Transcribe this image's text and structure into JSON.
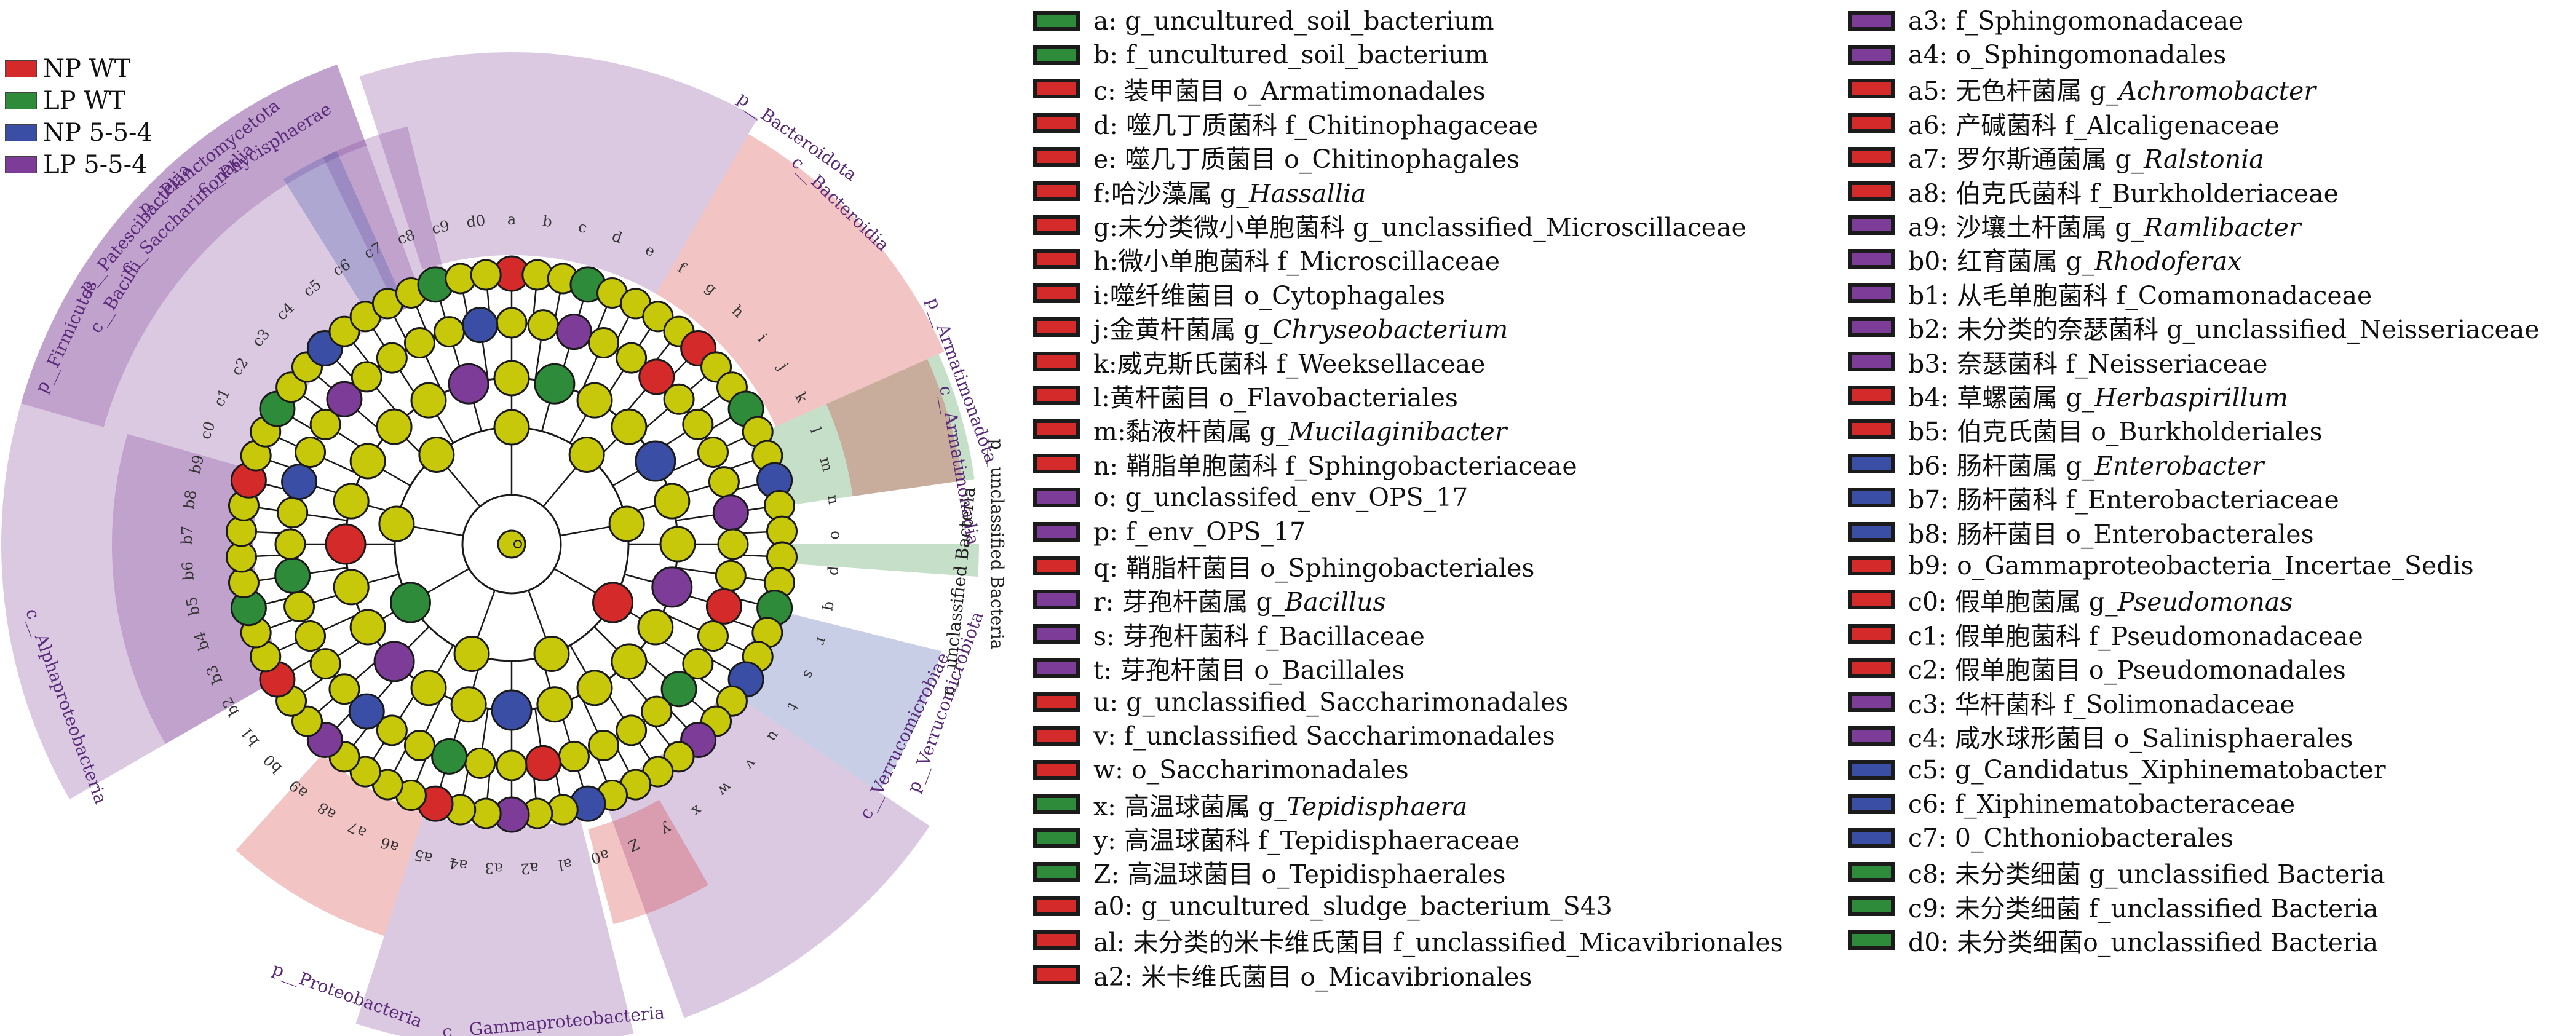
{
  "colors": {
    "NP WT": "#d42a2a",
    "LP WT": "#2e8b3a",
    "NP 5-5-4": "#3a4ea6",
    "LP 5-5-4": "#7d3c98",
    "node_neutral": "#c8c80a"
  },
  "groups": [
    {
      "label": "NP WT",
      "color": "#d42a2a"
    },
    {
      "label": "LP WT",
      "color": "#2e8b3a"
    },
    {
      "label": "NP 5-5-4",
      "color": "#3a4ea6"
    },
    {
      "label": "LP 5-5-4",
      "color": "#7d3c98"
    }
  ],
  "sector_labels": [
    {
      "text": "p__Firmicutes",
      "group": "LP 5-5-4"
    },
    {
      "text": "c__Bacilli",
      "group": "LP 5-5-4"
    },
    {
      "text": "p__Bacteroidota",
      "group": "NP WT"
    },
    {
      "text": "c__Bacteroidia",
      "group": "NP WT"
    },
    {
      "text": "p__Armatimonadota",
      "group": "NP WT"
    },
    {
      "text": "c__Armatimonadia",
      "group": "NP WT"
    },
    {
      "text": "p__Patescibacteria",
      "group": "LP 5-5-4"
    },
    {
      "text": "c__Saccharimonadia",
      "group": "LP 5-5-4"
    },
    {
      "text": "p__Planctomycetota",
      "group": "LP 5-5-4"
    },
    {
      "text": "c__Phycisphaerae",
      "group": "LP 5-5-4"
    },
    {
      "text": "c__Alphaproteobacteria",
      "group": "LP 5-5-4"
    },
    {
      "text": "p__Proteobacteria",
      "group": "LP 5-5-4"
    },
    {
      "text": "c__Gammaproteobacteria",
      "group": "LP 5-5-4"
    },
    {
      "text": "p__Verrucomicrobiota",
      "group": "NP 5-5-4"
    },
    {
      "text": "c__Verrucomicrobiae",
      "group": "NP 5-5-4"
    },
    {
      "text": "p__unclassified Bacteria",
      "group": "LP WT"
    },
    {
      "text": "c__unclassified Bacteria",
      "group": "LP WT"
    }
  ],
  "taxa": [
    {
      "code": "a",
      "text": "a: g_uncultured_soil_bacterium",
      "italic": "",
      "group": "LP WT"
    },
    {
      "code": "b",
      "text": "b: f_uncultured_soil_bacterium",
      "italic": "",
      "group": "LP WT"
    },
    {
      "code": "c",
      "text": "c: 装甲菌目 o_Armatimonadales",
      "italic": "",
      "group": "NP WT"
    },
    {
      "code": "d",
      "text": "d: 噬几丁质菌科 f_Chitinophagaceae",
      "italic": "",
      "group": "NP WT"
    },
    {
      "code": "e",
      "text": "e: 噬几丁质菌目 o_Chitinophagales",
      "italic": "",
      "group": "NP WT"
    },
    {
      "code": "f",
      "text": "f:哈沙藻属 g_",
      "italic": "Hassallia",
      "group": "NP WT"
    },
    {
      "code": "g",
      "text": "g:未分类微小单胞菌科 g_unclassified_Microscillaceae",
      "italic": "",
      "group": "NP WT"
    },
    {
      "code": "h",
      "text": "h:微小单胞菌科 f_Microscillaceae",
      "italic": "",
      "group": "NP WT"
    },
    {
      "code": "i",
      "text": "i:噬纤维菌目 o_Cytophagales",
      "italic": "",
      "group": "NP WT"
    },
    {
      "code": "j",
      "text": "j:金黄杆菌属 g_",
      "italic": "Chryseobacterium",
      "group": "NP WT"
    },
    {
      "code": "k",
      "text": "k:威克斯氏菌科 f_Weeksellaceae",
      "italic": "",
      "group": "NP WT"
    },
    {
      "code": "l",
      "text": "l:黄杆菌目 o_Flavobacteriales",
      "italic": "",
      "group": "NP WT"
    },
    {
      "code": "m",
      "text": "m:黏液杆菌属 g_",
      "italic": "Mucilaginibacter",
      "group": "NP WT"
    },
    {
      "code": "n",
      "text": "n: 鞘脂单胞菌科 f_Sphingobacteriaceae",
      "italic": "",
      "group": "NP WT"
    },
    {
      "code": "o",
      "text": "o: g_unclassifed_env_OPS_17",
      "italic": "",
      "group": "LP 5-5-4"
    },
    {
      "code": "p",
      "text": "p: f_env_OPS_17",
      "italic": "",
      "group": "LP 5-5-4"
    },
    {
      "code": "q",
      "text": "q: 鞘脂杆菌目 o_Sphingobacteriales",
      "italic": "",
      "group": "NP WT"
    },
    {
      "code": "r",
      "text": "r: 芽孢杆菌属 g_",
      "italic": "Bacillus",
      "group": "LP 5-5-4"
    },
    {
      "code": "s",
      "text": "s: 芽孢杆菌科 f_Bacillaceae",
      "italic": "",
      "group": "LP 5-5-4"
    },
    {
      "code": "t",
      "text": "t: 芽孢杆菌目 o_Bacillales",
      "italic": "",
      "group": "LP 5-5-4"
    },
    {
      "code": "u",
      "text": "u: g_unclassified_Saccharimonadales",
      "italic": "",
      "group": "NP WT"
    },
    {
      "code": "v",
      "text": "v: f_unclassified Saccharimonadales",
      "italic": "",
      "group": "NP WT"
    },
    {
      "code": "w",
      "text": "w: o_Saccharimonadales",
      "italic": "",
      "group": "NP WT"
    },
    {
      "code": "x",
      "text": "x: 高温球菌属 g_",
      "italic": "Tepidisphaera",
      "group": "LP WT"
    },
    {
      "code": "y",
      "text": "y: 高温球菌科 f_Tepidisphaeraceae",
      "italic": "",
      "group": "LP WT"
    },
    {
      "code": "Z",
      "text": "Z: 高温球菌目 o_Tepidisphaerales",
      "italic": "",
      "group": "LP WT"
    },
    {
      "code": "a0",
      "text": "a0: g_uncultured_sludge_bacterium_S43",
      "italic": "",
      "group": "NP WT"
    },
    {
      "code": "al",
      "text": "al: 未分类的米卡维氏菌目 f_unclassified_Micavibrionales",
      "italic": "",
      "group": "NP WT"
    },
    {
      "code": "a2",
      "text": "a2: 米卡维氏菌目 o_Micavibrionales",
      "italic": "",
      "group": "NP WT"
    },
    {
      "code": "a3",
      "text": "a3: f_Sphingomonadaceae",
      "italic": "",
      "group": "LP 5-5-4"
    },
    {
      "code": "a4",
      "text": "a4: o_Sphingomonadales",
      "italic": "",
      "group": "LP 5-5-4"
    },
    {
      "code": "a5",
      "text": "a5: 无色杆菌属 g_",
      "italic": "Achromobacter",
      "group": "NP WT"
    },
    {
      "code": "a6",
      "text": "a6: 产碱菌科 f_Alcaligenaceae",
      "italic": "",
      "group": "NP WT"
    },
    {
      "code": "a7",
      "text": "a7: 罗尔斯通菌属 g_",
      "italic": "Ralstonia",
      "group": "NP WT"
    },
    {
      "code": "a8",
      "text": "a8: 伯克氏菌科 f_Burkholderiaceae",
      "italic": "",
      "group": "NP WT"
    },
    {
      "code": "a9",
      "text": "a9: 沙壤土杆菌属 g_",
      "italic": "Ramlibacter",
      "group": "LP 5-5-4"
    },
    {
      "code": "b0",
      "text": "b0: 红育菌属 g_",
      "italic": "Rhodoferax",
      "group": "LP 5-5-4"
    },
    {
      "code": "b1",
      "text": "b1: 从毛单胞菌科 f_Comamonadaceae",
      "italic": "",
      "group": "LP 5-5-4"
    },
    {
      "code": "b2",
      "text": "b2: 未分类的奈瑟菌科 g_unclassified_Neisseriaceae",
      "italic": "",
      "group": "LP 5-5-4"
    },
    {
      "code": "b3",
      "text": "b3: 奈瑟菌科 f_Neisseriaceae",
      "italic": "",
      "group": "LP 5-5-4"
    },
    {
      "code": "b4",
      "text": "b4: 草螺菌属 g_",
      "italic": "Herbaspirillum",
      "group": "NP WT"
    },
    {
      "code": "b5",
      "text": "b5: 伯克氏菌目 o_Burkholderiales",
      "italic": "",
      "group": "NP WT"
    },
    {
      "code": "b6",
      "text": "b6: 肠杆菌属 g_",
      "italic": "Enterobacter",
      "group": "NP 5-5-4"
    },
    {
      "code": "b7",
      "text": "b7: 肠杆菌科 f_Enterobacteriaceae",
      "italic": "",
      "group": "NP 5-5-4"
    },
    {
      "code": "b8",
      "text": "b8: 肠杆菌目 o_Enterobacterales",
      "italic": "",
      "group": "NP 5-5-4"
    },
    {
      "code": "b9",
      "text": "b9: o_Gammaproteobacteria_Incertae_Sedis",
      "italic": "",
      "group": "NP WT"
    },
    {
      "code": "c0",
      "text": "c0: 假单胞菌属 g_",
      "italic": "Pseudomonas",
      "group": "NP WT"
    },
    {
      "code": "c1",
      "text": "c1: 假单胞菌科 f_Pseudomonadaceae",
      "italic": "",
      "group": "NP WT"
    },
    {
      "code": "c2",
      "text": "c2: 假单胞菌目 o_Pseudomonadales",
      "italic": "",
      "group": "NP WT"
    },
    {
      "code": "c3",
      "text": "c3: 华杆菌科 f_Solimonadaceae",
      "italic": "",
      "group": "LP 5-5-4"
    },
    {
      "code": "c4",
      "text": "c4: 咸水球形菌目 o_Salinisphaerales",
      "italic": "",
      "group": "LP 5-5-4"
    },
    {
      "code": "c5",
      "text": "c5: g_Candidatus_Xiphinematobacter",
      "italic": "",
      "group": "NP 5-5-4"
    },
    {
      "code": "c6",
      "text": "c6: f_Xiphinematobacteraceae",
      "italic": "",
      "group": "NP 5-5-4"
    },
    {
      "code": "c7",
      "text": "c7: 0_Chthoniobacterales",
      "italic": "",
      "group": "NP 5-5-4"
    },
    {
      "code": "c8",
      "text": "c8: 未分类细菌 g_unclassified Bacteria",
      "italic": "",
      "group": "LP WT"
    },
    {
      "code": "c9",
      "text": "c9: 未分类细菌 f_unclassified Bacteria",
      "italic": "",
      "group": "LP WT"
    },
    {
      "code": "d0",
      "text": "d0: 未分类细菌o_unclassified Bacteria",
      "italic": "",
      "group": "LP WT"
    }
  ]
}
